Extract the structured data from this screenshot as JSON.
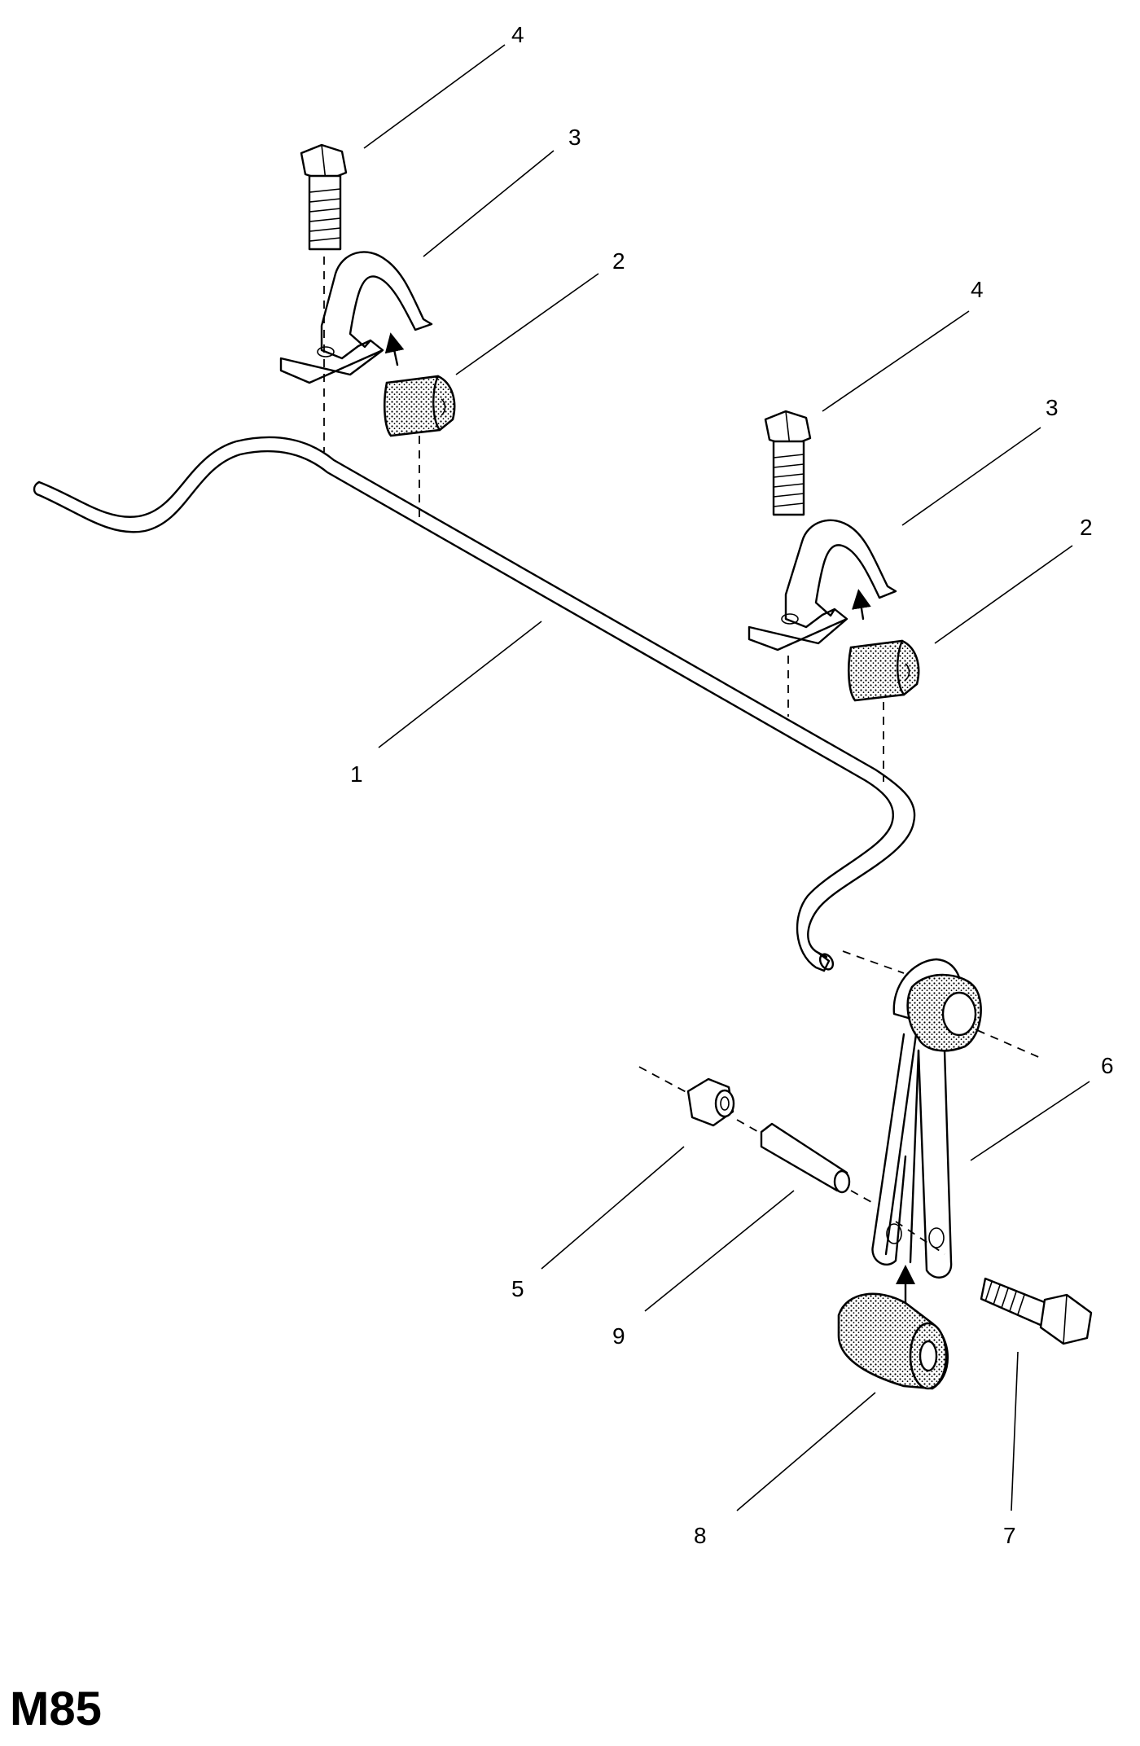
{
  "diagram": {
    "page_code": "M85",
    "callouts": [
      {
        "id": "c4a",
        "text": "4"
      },
      {
        "id": "c3a",
        "text": "3"
      },
      {
        "id": "c2a",
        "text": "2"
      },
      {
        "id": "c4b",
        "text": "4"
      },
      {
        "id": "c3b",
        "text": "3"
      },
      {
        "id": "c2b",
        "text": "2"
      },
      {
        "id": "c1",
        "text": "1"
      },
      {
        "id": "c6",
        "text": "6"
      },
      {
        "id": "c5",
        "text": "5"
      },
      {
        "id": "c9",
        "text": "9"
      },
      {
        "id": "c8",
        "text": "8"
      },
      {
        "id": "c7",
        "text": "7"
      }
    ]
  }
}
